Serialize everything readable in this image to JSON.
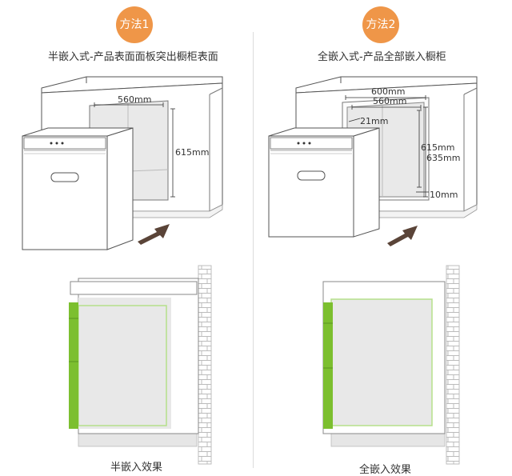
{
  "method1": {
    "badge": "方法1",
    "caption": "半嵌入式-产品表面面板突出橱柜表面",
    "effect_label": "半嵌入效果",
    "dims": {
      "width": "560mm",
      "height": "615mm"
    }
  },
  "method2": {
    "badge": "方法2",
    "caption": "全嵌入式-产品全部嵌入橱柜",
    "effect_label": "全嵌入效果",
    "dims": {
      "outer_width": "600mm",
      "inner_width": "560mm",
      "side_gap": "21mm",
      "inner_height": "615mm",
      "outer_height": "635mm",
      "bottom_gap": "10mm"
    }
  },
  "colors": {
    "badge": "#ef9648",
    "accent_green": "#7cbf2f",
    "arrow": "#5a4438"
  }
}
